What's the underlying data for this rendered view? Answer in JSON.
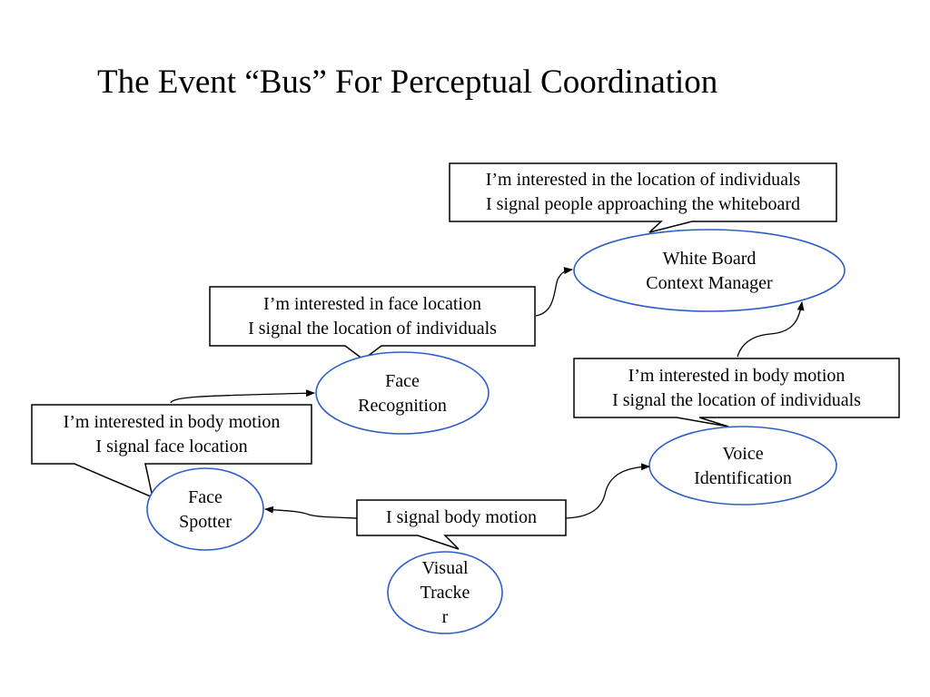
{
  "title": "The Event “Bus”  For Perceptual Coordination",
  "nodes": {
    "white_board": {
      "line1": "White Board",
      "line2": "Context Manager"
    },
    "face_recognition": {
      "line1": "Face",
      "line2": "Recognition"
    },
    "voice_identification": {
      "line1": "Voice",
      "line2": "Identification"
    },
    "face_spotter": {
      "line1": "Face",
      "line2": "Spotter"
    },
    "visual_tracker": {
      "line1": "Visual",
      "line2": "Tracke",
      "line3": "r"
    }
  },
  "callouts": {
    "white_board": {
      "line1": "I’m interested in the location of individuals",
      "line2": "I signal people approaching the whiteboard"
    },
    "face_recognition": {
      "line1": "I’m interested in face location",
      "line2": "I signal the location of individuals"
    },
    "voice_identification": {
      "line1": "I’m interested in body motion",
      "line2": "I signal the location of individuals"
    },
    "face_spotter": {
      "line1": "I’m interested in body motion",
      "line2": "I signal face location"
    },
    "visual_tracker": {
      "line1": "I signal body motion"
    }
  },
  "colors": {
    "node_outline": "#2f5fc6",
    "callout_outline": "#000000",
    "connector": "#000000"
  }
}
